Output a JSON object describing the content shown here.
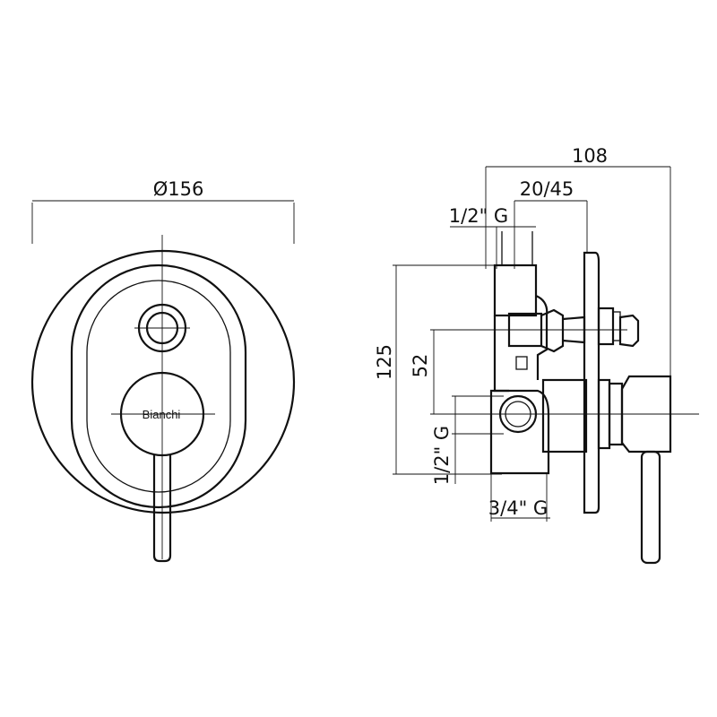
{
  "front_view": {
    "diameter_label": "Ø156",
    "brand_label": "Bianchi"
  },
  "side_view": {
    "depth_total_label": "108",
    "depth_range_label": "20/45",
    "top_inlet_label": "1/2\" G",
    "height_total_label": "125",
    "height_offset_label": "52",
    "side_inlet_label": "1/2\" G",
    "bottom_outlet_label": "3/4\" G"
  },
  "colors": {
    "line": "#111111",
    "background": "#ffffff"
  }
}
